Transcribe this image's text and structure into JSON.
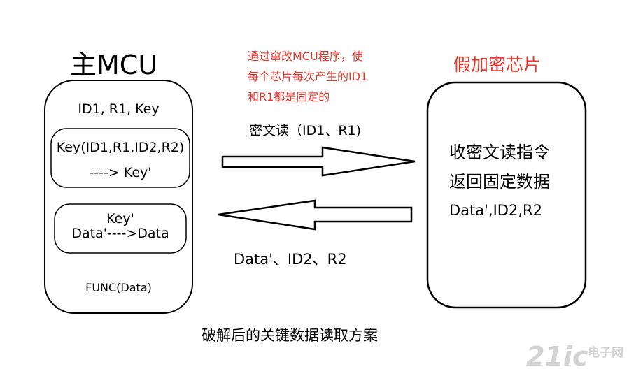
{
  "main_mcu": {
    "title": "主MCU",
    "line1": "ID1, R1, Key",
    "box1_line1": "Key(ID1,R1,ID2,R2)",
    "box1_line2": "----> Key'",
    "box2_line1": "Key'",
    "box2_line2": "Data'---->Data",
    "func": "FUNC(Data)"
  },
  "fake_chip": {
    "title": "假加密芯片",
    "line1": "收密文读指令",
    "line2": "返回固定数据",
    "line3": "Data',ID2,R2"
  },
  "note": {
    "line1": "通过窜改MCU程序，使",
    "line2": "每个芯片每次产生的ID1",
    "line3": "和R1都是固定的"
  },
  "arrows": {
    "request_label": "密文读（ID1、R1)",
    "response_label": "Data'、ID2、R2"
  },
  "caption": "破解后的关键数据读取方案",
  "watermark": {
    "logo": "21ic",
    "text1": "电子网"
  },
  "colors": {
    "accent_red": "#e8352a",
    "stroke": "#000000"
  }
}
